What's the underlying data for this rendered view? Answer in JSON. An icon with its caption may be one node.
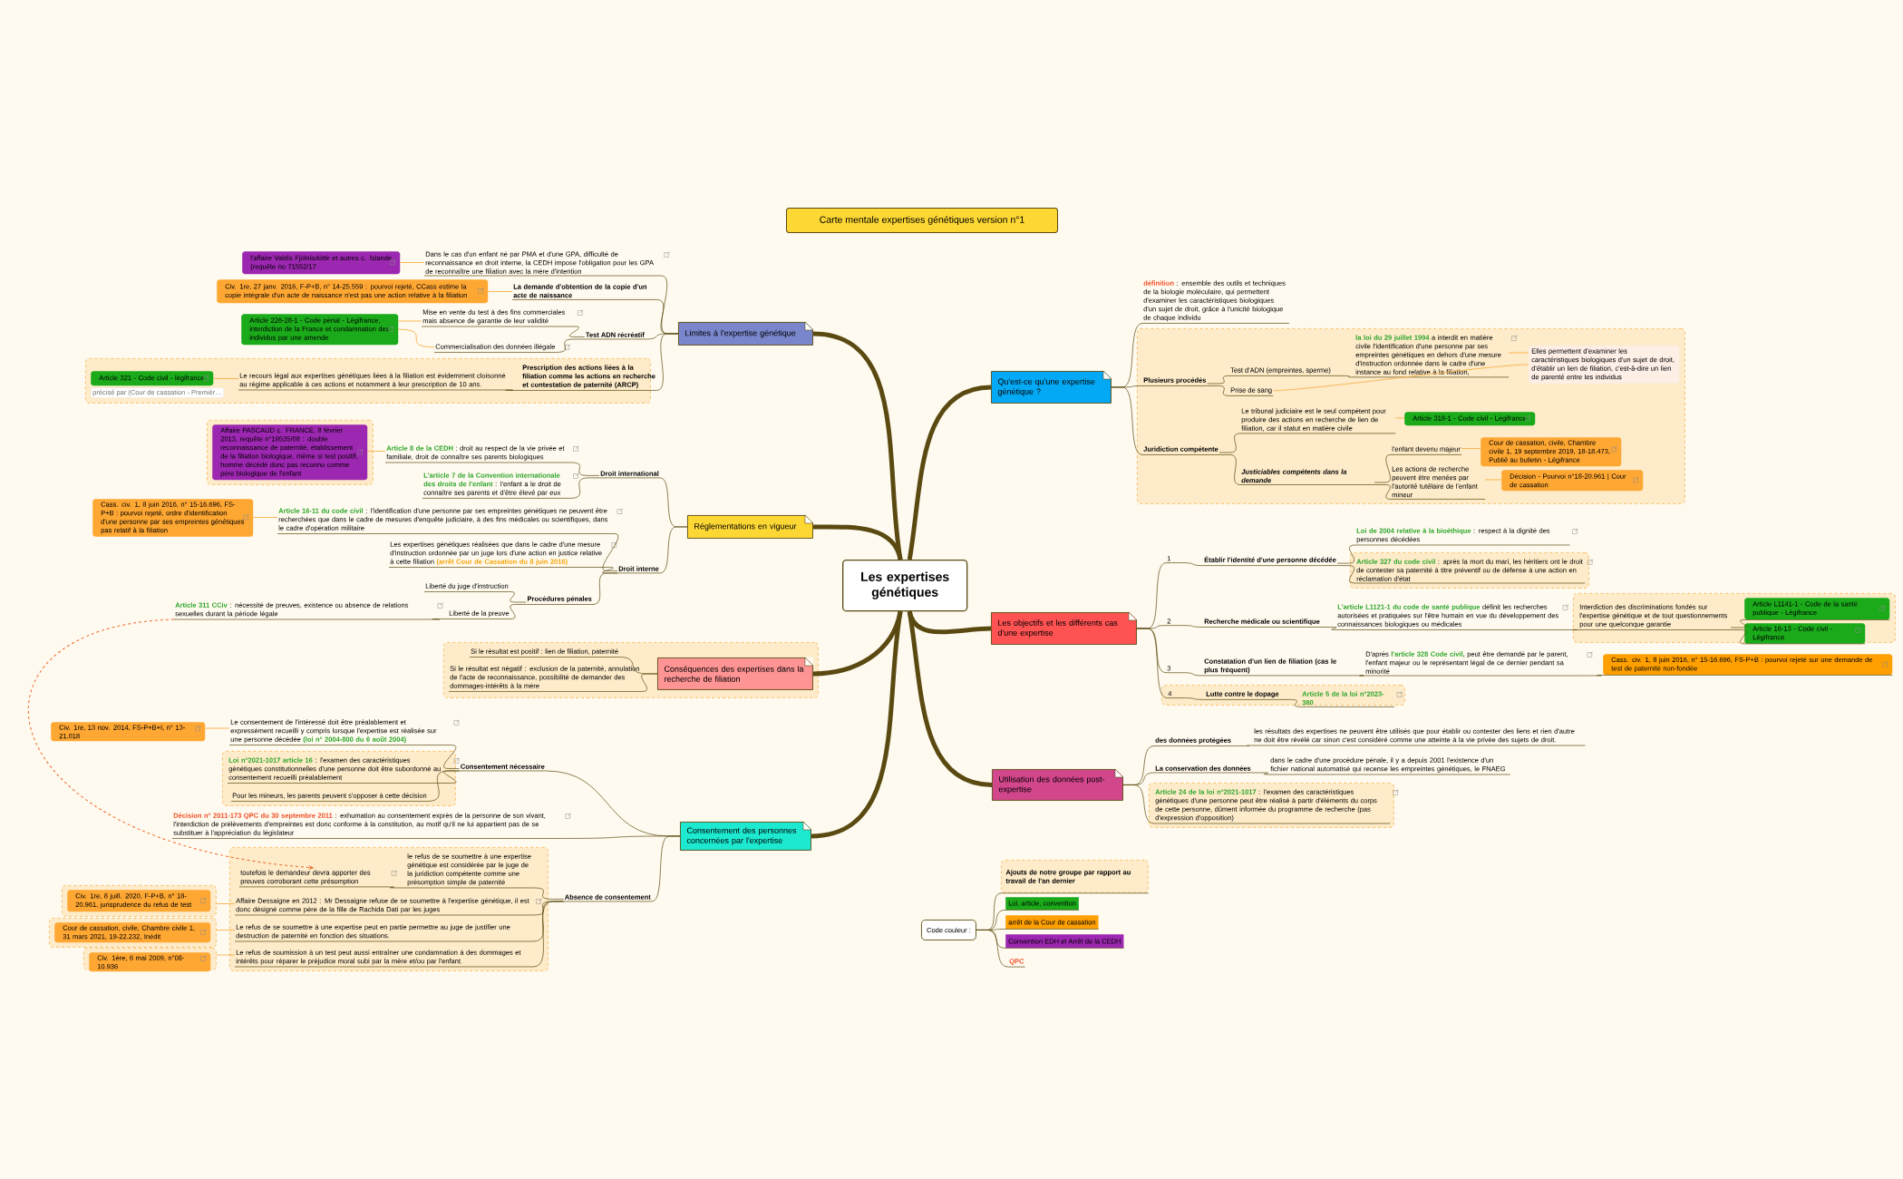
{
  "diagram": {
    "title": "Carte mentale expertises génétiques version n°1",
    "nodes": [
      {
        "text": [
          "Les expertises génétiques"
        ]
      },
      {
        "text": [
          "Limites à l'expertise génétique"
        ]
      },
      {
        "text": [
          "Dans le cas d'un enfant né par PMA et d'une GPA, difficulté de reconnaissance en droit interne, la CEDH impose l'obligation pour les GPA de reconnaître une filiation avec la mère d'intention"
        ]
      },
      {
        "text": [
          "l'affaire Valdís Fjölnisdóttir et autres c. Islande (requête no 71552/17"
        ]
      },
      {
        "text": [
          "La demande d'obtention de la copie d'un acte de naissance"
        ]
      },
      {
        "text": [
          "Civ. 1re, 27 janv. 2016, F-P+B, n° 14-25.559 : pourvoi rejeté, CCass estime la copie intégrale d'un acte de naissance n'est pas une action relative à la filiation"
        ]
      },
      {
        "text": [
          "Test ADN récréatif"
        ]
      },
      {
        "text": [
          "Mise en vente du test à des fins commerciales mais absence de garantie de leur validité"
        ]
      },
      {
        "text": [
          "Commercialisation des données illégale"
        ]
      },
      {
        "text": [
          "Article 226-28-1 - Code pénal - Légifrance, interdiction de la France et condamnation des individus par une amende"
        ]
      },
      {
        "text": [],
        "shape": "box"
      },
      {
        "text": [
          "Prescription des actions liées à la filiation comme les actions en recherche et contestation de paternité (ARCP)"
        ],
        "in": 10
      },
      {
        "text": [
          "Le recours légal aux expertises génétiques liées à la filiation est évidemment cloisonné au régime applicable à ces actions et notamment à leur prescription de 10 ans."
        ],
        "in": 10
      },
      {
        "text": [
          "Article 321 - Code civil - légifrance"
        ],
        "in": 10,
        "beside": [
          "précisé par (Cour de cassation - Premièr…"
        ]
      },
      {
        "text": [
          "Réglementations en vigueur"
        ]
      },
      {
        "text": [
          "Droit international"
        ]
      },
      {
        "text": [
          "Article 8 de la CEDH",
          ": droit au respect de la vie privée et familiale, droit de connaître ses parents biologiques"
        ]
      },
      {
        "text": [],
        "shape": "box"
      },
      {
        "text": [
          "Affaire PASCAUD c. FRANCE, 8 février 2013, requête n°19535/08 : double reconnaissance de paternité, établissement de la filiation biologique, même si test positif, homme décédé donc pas reconnu comme père biologique de l'enfant"
        ],
        "in": 17
      },
      {
        "text": [
          "L'article 7 de la Convention internationale des droits de l'enfant",
          ": l'enfant a le droit de connaître ses parents et d'être élevé par eux"
        ]
      },
      {
        "text": [
          "Droit interne"
        ]
      },
      {
        "text": [
          "Article 16-11 du code civil",
          ": l'identification d'une personne par ses empreintes génétiques ne peuvent être recherchées que dans le cadre de mesures d'enquête judiciaire, à des fins médicales ou scientifiques, dans le cadre d'opération militaire"
        ]
      },
      {
        "text": [
          "Cass. civ. 1, 8 juin 2016, n° 15-16.696, FS-P+B : pourvoi rejeté, ordre d'identification d'une personne par ses empreintes génétiques pas relatif à la filiation"
        ]
      },
      {
        "text": [
          "Les expertises génétiques réalisées que dans le cadre d'une mesure d'instruction ordonnée par un juge lors d'une action en justice relative à cette filiation",
          "(arrêt Cour de Cassation du 8 juin 2016)"
        ]
      },
      {
        "text": [
          "Procédures pénales"
        ]
      },
      {
        "text": [
          "Liberté du juge d'instruction"
        ]
      },
      {
        "text": [
          "Liberté de la preuve"
        ]
      },
      {
        "text": [
          "Article 311 CCiv",
          ": nécessité de preuves, existence ou absence de relations sexuelles durant la période légale"
        ]
      },
      {
        "text": [],
        "shape": "box"
      },
      {
        "text": [
          "Conséquences des expertises dans la recherche de filiation"
        ],
        "in": 28
      },
      {
        "text": [
          "Si le résultat est positif : lien de filiation, paternité"
        ],
        "in": 28
      },
      {
        "text": [
          "Si le résultat est négatif : exclusion de la paternité, annulation de l'acte de reconnaissance, possibilité de demander des dommages-intérêts à la mère"
        ],
        "in": 28
      },
      {
        "text": [
          "Consentement des personnes concernées par l'expertise"
        ]
      },
      {
        "text": [
          "Consentement nécessaire"
        ]
      },
      {
        "text": [
          "Le consentement de l'intéressé doit être préalablement et expressément recueilli y compris lorsque l'expertise est réalisée sur une personne décédée",
          "(loi n° 2004-800 du 6 août 2004)"
        ]
      },
      {
        "text": [
          "Civ. 1re, 13 nov. 2014, FS-P+B+I, n° 13-21.018"
        ]
      },
      {
        "text": [],
        "shape": "box"
      },
      {
        "text": [
          "Loi n°2021-1017 article 16",
          ": l'examen des caractéristiques génétiques constitutionnelles d'une personne doit être subordonné au consentement recueilli préalablement"
        ],
        "in": 36
      },
      {
        "text": [
          "Pour les mineurs, les parents peuvent s'opposer à cette décision"
        ],
        "in": 36
      },
      {
        "text": [
          "Décision n° 2011-173 QPC du 30 septembre 2011",
          ": exhumation au consentement exprès de la personne de son vivant, l'interdiction de prélèvements d'empreintes est donc conforme à la constitution, au motif qu'il ne lui appartient pas de se substituer à l'appréciation du législateur"
        ]
      },
      {
        "text": [
          "Absence de consentement"
        ]
      },
      {
        "text": [],
        "shape": "box"
      },
      {
        "text": [
          "le refus de se soumettre à une expertise génétique est considérée par le juge de la juridiction compétente comme une présomption simple de paternité"
        ],
        "in": 41
      },
      {
        "text": [
          "toutefois le demandeur devra apporter des preuves corroborant cette présomption"
        ],
        "in": 41
      },
      {
        "text": [
          "Affaire Dessaigne en 2012 : Mr Dessaigne refuse de se soumettre à l'expertise génétique, il est donc désigné comme père de la fille de Rachida Dati par les juges"
        ],
        "in": 41
      },
      {
        "text": [
          "Le refus de se soumettre à une expertise peut en partie permettre au juge de justifier une destruction de paternité en fonction des situations."
        ],
        "in": 41
      },
      {
        "text": [
          "Le refus de soumission à un test peut aussi entraîner une condamnation à des dommages et intérêts pour réparer le préjudice moral subi par la mère et/ou par l'enfant."
        ],
        "in": 41
      },
      {
        "text": [],
        "shape": "box"
      },
      {
        "text": [
          "Civ. 1re, 8 juill. 2020, F-P+B, n° 18-20.961, jurisprudence du refus de test"
        ],
        "in": 47
      },
      {
        "text": [],
        "shape": "box"
      },
      {
        "text": [
          "Cour de cassation, civile, Chambre civile 1, 31 mars 2021, 19-22.232, Inédit"
        ],
        "in": 49
      },
      {
        "text": [],
        "shape": "box"
      },
      {
        "text": [
          "Civ. 1ère, 6 mai 2009, n°08-10.936"
        ],
        "in": 51
      },
      {
        "text": [
          "Qu'est-ce qu'une expertise génétique ?"
        ]
      },
      {
        "text": [
          "définition",
          ": ensemble des outils et techniques de la biologie moléculaire, qui permettent d'examiner les caractéristiques biologiques d'un sujet de droit, grâce à l'unicité biologique de chaque individu"
        ]
      },
      {
        "text": [],
        "shape": "box"
      },
      {
        "text": [
          "Plusieurs procédés"
        ],
        "in": 55
      },
      {
        "text": [
          "Test d'ADN (empreintes, sperme)"
        ],
        "in": 55
      },
      {
        "text": [
          "la loi du 29 juillet 1994",
          "a interdit en matière civile l'identification d'une personne par ses empreintes génétiques en dehors d'une mesure d'instruction ordonnée dans le cadre d'une instance au fond relative à la filiation,"
        ],
        "in": 55
      },
      {
        "text": [
          "Prise de sang"
        ],
        "in": 55
      },
      {
        "text": [
          "Elles permettent d'examiner les caractéristiques biologiques d'un sujet de droit, d'établir un lien de filiation, c'est-à-dire un lien de parenté entre les individus"
        ],
        "in": 55
      },
      {
        "text": [
          "Juridiction compétente"
        ],
        "in": 55
      },
      {
        "text": [
          "Le tribunal judiciaire est le seul compétent pour produire des actions en recherche de lien de filiation, car il statut en matière civile"
        ],
        "in": 55
      },
      {
        "text": [
          "Article 318-1 - Code civil - Légifrance"
        ],
        "in": 55
      },
      {
        "text": [
          "Justiciables compétents dans la demande"
        ],
        "in": 55
      },
      {
        "text": [
          "l'enfant devenu majeur"
        ],
        "in": 55
      },
      {
        "text": [
          "Cour de cassation, civile, Chambre civile 1, 19 septembre 2019, 18-18.473, Publié au bulletin - Légifrance"
        ],
        "in": 55
      },
      {
        "text": [
          "Les actions de recherche peuvent être menées par l'autorité tutélaire de l'enfant mineur"
        ],
        "in": 55
      },
      {
        "text": [
          "Décision - Pourvoi n°18-20.961 | Cour de cassation"
        ],
        "in": 55
      },
      {
        "text": [
          "Les objectifs et les différents cas d'une expertise"
        ]
      },
      {
        "text": [
          "1"
        ]
      },
      {
        "text": [
          "Établir l'identité d'une personne décédée"
        ]
      },
      {
        "text": [
          "Loi de 2004 relative à la bioéthique",
          ": respect à la dignité des personnes décédées"
        ]
      },
      {
        "text": [],
        "shape": "box"
      },
      {
        "text": [
          "Article 327 du code civil",
          ": après la mort du mari, les héritiers ont le droit de contester sa paternité à titre préventif ou de défense à une action en réclamation d'état"
        ],
        "in": 73
      },
      {
        "text": [
          "2"
        ]
      },
      {
        "text": [
          "Recherche médicale ou scientifique"
        ]
      },
      {
        "text": [
          "L'article L1121-1 du code de santé publique",
          "définit les recherches autorisées et pratiquées sur l'être humain en vue du développement des connaissances biologiques ou médicales"
        ]
      },
      {
        "text": [],
        "shape": "box"
      },
      {
        "text": [
          "Interdiction des discriminations fondés sur l'expertise génétique et de tout questionnements pour une quelconque garantie"
        ],
        "in": 78
      },
      {
        "text": [
          "Article L1141-1 - Code de la santé publique - Légifrance"
        ],
        "in": 78
      },
      {
        "text": [
          "Article 16-13 - Code civil - Légifrance"
        ],
        "in": 78
      },
      {
        "text": [
          "3"
        ]
      },
      {
        "text": [
          "Constatation d'un lien de filiation (cas le plus fréquent)"
        ]
      },
      {
        "text": [
          "D'après",
          "l'article 328 Code civil,",
          "peut être demandé par le parent, l'enfant majeur ou le représentant légal de ce dernier pendant sa minorité"
        ]
      },
      {
        "text": [
          "Cass. civ. 1, 8 juin 2016, n° 15-16.696, FS-P+B : pourvoi rejeté sur une demande de test de paternité non-fondée"
        ]
      },
      {
        "text": [],
        "shape": "box"
      },
      {
        "text": [
          "4"
        ],
        "in": 86
      },
      {
        "text": [
          "Lutte contre le dopage"
        ],
        "in": 86
      },
      {
        "text": [
          "Article 5 de la loi n°2023-380"
        ],
        "in": 86
      },
      {
        "text": [
          "Utilisation des données post-expertise"
        ]
      },
      {
        "text": [
          "des données protégées"
        ]
      },
      {
        "text": [
          "les résultats des expertises ne peuvent être utilisés que pour établir ou contester des liens et rien d'autre ne doit être révélé car sinon c'est considéré comme une atteinte à la vie privée des sujets de droit."
        ]
      },
      {
        "text": [
          "La conservation des données"
        ]
      },
      {
        "text": [
          "dans le cadre d'une procédure pénale, il y a depuis 2001 l'existence d'un fichier national automatisé qui recense les empreintes génétiques, le FNAEG"
        ]
      },
      {
        "text": [],
        "shape": "box"
      },
      {
        "text": [
          "Article 24 de la loi n°2021-1017",
          ": l'examen des caractéristiques génétiques d'une personne peut être réalisé à partir d'éléments du corps de cette personne, dûment informée du programme de recherche (pas d'expression d'opposition)"
        ],
        "in": 95
      },
      {
        "text": [
          "Code couleur :"
        ]
      },
      {
        "text": [
          "Ajouts de notre groupe par rapport au travail de l'an dernier"
        ]
      },
      {
        "text": [
          "Loi, article, convention"
        ]
      },
      {
        "text": [
          "arrêt de la Cour de cassation"
        ]
      },
      {
        "text": [
          "Convention EDH et Arrêt de la CEDH"
        ]
      },
      {
        "text": [
          "QPC"
        ]
      }
    ],
    "edges": [
      {
        "from": 0,
        "to": 1,
        "arrow": "none",
        "style": "thick"
      },
      {
        "from": 0,
        "to": 14,
        "arrow": "none",
        "style": "thick"
      },
      {
        "from": 0,
        "to": 29,
        "arrow": "none",
        "style": "thick"
      },
      {
        "from": 0,
        "to": 32,
        "arrow": "none",
        "style": "thick"
      },
      {
        "from": 0,
        "to": 53,
        "arrow": "none",
        "style": "thick"
      },
      {
        "from": 0,
        "to": 69,
        "arrow": "none",
        "style": "thick"
      },
      {
        "from": 0,
        "to": 90,
        "arrow": "none",
        "style": "thick"
      },
      {
        "from": 1,
        "to": 2,
        "arrow": "none"
      },
      {
        "from": 1,
        "to": 4,
        "arrow": "none"
      },
      {
        "from": 1,
        "to": 6,
        "arrow": "none"
      },
      {
        "from": 1,
        "to": 11,
        "arrow": "none"
      },
      {
        "from": 6,
        "to": 7,
        "arrow": "none"
      },
      {
        "from": 6,
        "to": 8,
        "arrow": "none"
      },
      {
        "from": 11,
        "to": 12,
        "arrow": "none"
      },
      {
        "from": 2,
        "to": 3,
        "arrow": "none",
        "color": "#f9b04a"
      },
      {
        "from": 4,
        "to": 5,
        "arrow": "none",
        "color": "#f9b04a"
      },
      {
        "from": 7,
        "to": 9,
        "arrow": "none",
        "color": "#f9b04a"
      },
      {
        "from": 8,
        "to": 9,
        "arrow": "none",
        "color": "#f9b04a"
      },
      {
        "from": 12,
        "to": 13,
        "arrow": "none",
        "color": "#f9b04a"
      },
      {
        "from": 14,
        "to": 15,
        "arrow": "none"
      },
      {
        "from": 14,
        "to": 20,
        "arrow": "none"
      },
      {
        "from": 15,
        "to": 16,
        "arrow": "none"
      },
      {
        "from": 15,
        "to": 19,
        "arrow": "none"
      },
      {
        "from": 16,
        "to": 18,
        "arrow": "none",
        "color": "#f9b04a"
      },
      {
        "from": 20,
        "to": 21,
        "arrow": "none"
      },
      {
        "from": 20,
        "to": 23,
        "arrow": "none"
      },
      {
        "from": 21,
        "to": 22,
        "arrow": "none",
        "color": "#f9b04a"
      },
      {
        "from": 20,
        "to": 24,
        "arrow": "none"
      },
      {
        "from": 24,
        "to": 25,
        "arrow": "none"
      },
      {
        "from": 24,
        "to": 26,
        "arrow": "none"
      },
      {
        "from": 26,
        "to": 27,
        "arrow": "none"
      },
      {
        "from": 29,
        "to": 30,
        "arrow": "none"
      },
      {
        "from": 29,
        "to": 31,
        "arrow": "none"
      },
      {
        "from": 32,
        "to": 33,
        "arrow": "none"
      },
      {
        "from": 32,
        "to": 39,
        "arrow": "none"
      },
      {
        "from": 32,
        "to": 40,
        "arrow": "none"
      },
      {
        "from": 33,
        "to": 34,
        "arrow": "none"
      },
      {
        "from": 33,
        "to": 37,
        "arrow": "none"
      },
      {
        "from": 33,
        "to": 38,
        "arrow": "none"
      },
      {
        "from": 34,
        "to": 35,
        "arrow": "none",
        "color": "#f9b04a"
      },
      {
        "from": 40,
        "to": 42,
        "arrow": "none"
      },
      {
        "from": 40,
        "to": 44,
        "arrow": "none"
      },
      {
        "from": 40,
        "to": 45,
        "arrow": "none"
      },
      {
        "from": 40,
        "to": 46,
        "arrow": "none"
      },
      {
        "from": 42,
        "to": 43,
        "arrow": "none"
      },
      {
        "from": 44,
        "to": 47,
        "arrow": "none",
        "color": "#f9b04a"
      },
      {
        "from": 45,
        "to": 49,
        "arrow": "none",
        "color": "#f9b04a"
      },
      {
        "from": 46,
        "to": 51,
        "arrow": "none",
        "color": "#f9b04a"
      },
      {
        "from": 27,
        "to": 43,
        "arrow": "to",
        "style": "dashed",
        "color": "#ee6a2c"
      },
      {
        "from": 53,
        "to": 54,
        "arrow": "none"
      },
      {
        "from": 53,
        "to": 56,
        "arrow": "none"
      },
      {
        "from": 53,
        "to": 61,
        "arrow": "none"
      },
      {
        "from": 56,
        "to": 57,
        "arrow": "none"
      },
      {
        "from": 56,
        "to": 59,
        "arrow": "none"
      },
      {
        "from": 57,
        "to": 58,
        "arrow": "none"
      },
      {
        "from": 58,
        "to": 60,
        "arrow": "none",
        "color": "#f9b04a"
      },
      {
        "from": 59,
        "to": 60,
        "arrow": "none",
        "color": "#f9b04a"
      },
      {
        "from": 61,
        "to": 62,
        "arrow": "none"
      },
      {
        "from": 61,
        "to": 64,
        "arrow": "none"
      },
      {
        "from": 62,
        "to": 63,
        "arrow": "none",
        "color": "#f9b04a"
      },
      {
        "from": 64,
        "to": 65,
        "arrow": "none"
      },
      {
        "from": 64,
        "to": 67,
        "arrow": "none"
      },
      {
        "from": 65,
        "to": 66,
        "arrow": "none",
        "color": "#f9b04a"
      },
      {
        "from": 67,
        "to": 68,
        "arrow": "none",
        "color": "#f9b04a"
      },
      {
        "from": 69,
        "to": 70,
        "arrow": "none"
      },
      {
        "from": 69,
        "to": 75,
        "arrow": "none"
      },
      {
        "from": 69,
        "to": 82,
        "arrow": "none"
      },
      {
        "from": 69,
        "to": 87,
        "arrow": "none"
      },
      {
        "from": 70,
        "to": 71,
        "arrow": "none"
      },
      {
        "from": 71,
        "to": 72,
        "arrow": "none"
      },
      {
        "from": 71,
        "to": 74,
        "arrow": "none"
      },
      {
        "from": 75,
        "to": 76,
        "arrow": "none"
      },
      {
        "from": 76,
        "to": 77,
        "arrow": "none"
      },
      {
        "from": 77,
        "to": 79,
        "arrow": "none"
      },
      {
        "from": 79,
        "to": 80,
        "arrow": "none"
      },
      {
        "from": 79,
        "to": 81,
        "arrow": "none"
      },
      {
        "from": 82,
        "to": 83,
        "arrow": "none"
      },
      {
        "from": 83,
        "to": 84,
        "arrow": "none"
      },
      {
        "from": 84,
        "to": 85,
        "arrow": "none"
      },
      {
        "from": 87,
        "to": 88,
        "arrow": "none"
      },
      {
        "from": 88,
        "to": 89,
        "arrow": "none"
      },
      {
        "from": 90,
        "to": 91,
        "arrow": "none"
      },
      {
        "from": 90,
        "to": 93,
        "arrow": "none"
      },
      {
        "from": 90,
        "to": 96,
        "arrow": "none"
      },
      {
        "from": 91,
        "to": 92,
        "arrow": "none"
      },
      {
        "from": 93,
        "to": 94,
        "arrow": "none"
      },
      {
        "from": 97,
        "to": 98,
        "arrow": "none"
      },
      {
        "from": 97,
        "to": 99,
        "arrow": "none"
      },
      {
        "from": 97,
        "to": 100,
        "arrow": "none"
      },
      {
        "from": 97,
        "to": 101,
        "arrow": "none"
      },
      {
        "from": 97,
        "to": 102,
        "arrow": "none"
      }
    ]
  }
}
